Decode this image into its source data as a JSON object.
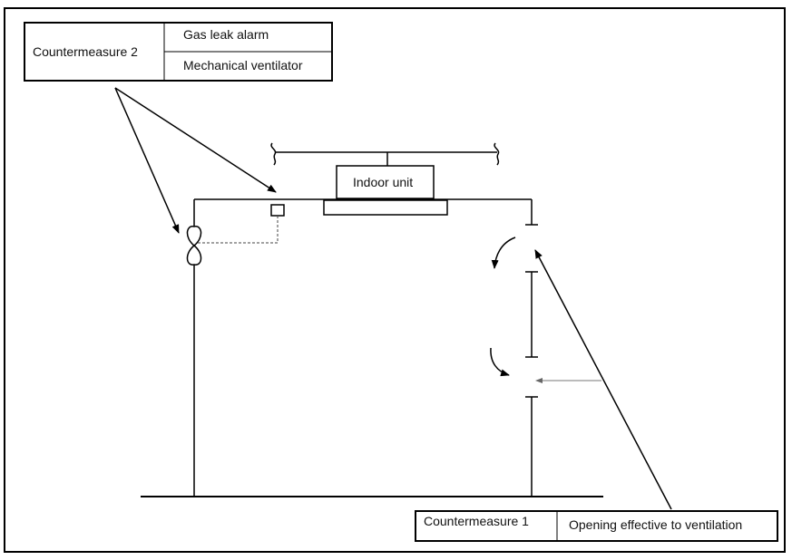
{
  "countermeasure2": {
    "title": "Countermeasure 2",
    "items": [
      "Gas leak alarm",
      "Mechanical ventilator"
    ]
  },
  "countermeasure1": {
    "title": "Countermeasure 1",
    "item": "Opening effective to ventilation"
  },
  "indoor_unit": {
    "label": "Indoor unit"
  },
  "colors": {
    "line": "#000000",
    "gray_line": "#888888",
    "background": "#ffffff"
  }
}
